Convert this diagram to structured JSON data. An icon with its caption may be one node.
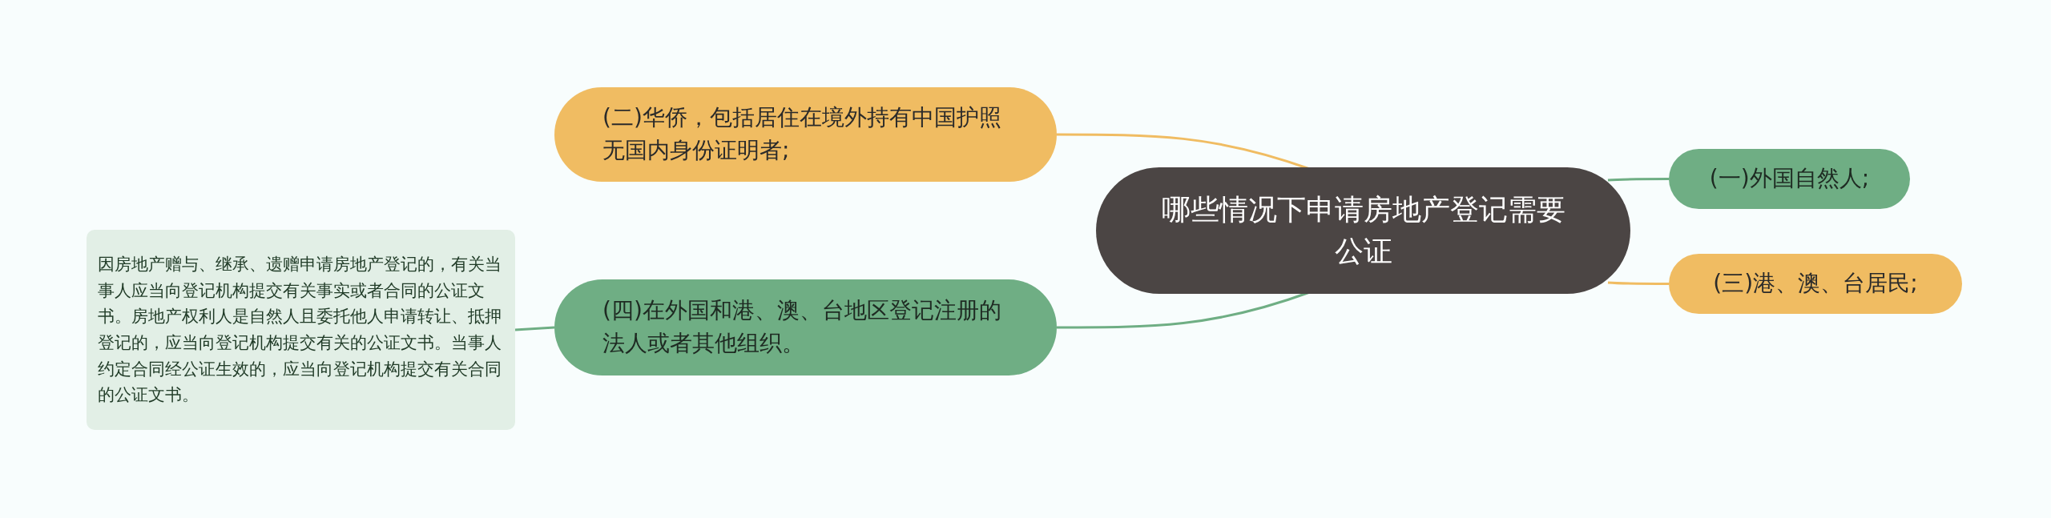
{
  "diagram": {
    "nodes": [
      {
        "text": [
          "哪些情况下申请房地产登记需要公证"
        ]
      },
      {
        "text": [
          "(二)华侨，包括居住在境外持有中国护照无国内身份证明者;"
        ]
      },
      {
        "text": [
          "(一)外国自然人;"
        ]
      },
      {
        "text": [
          "(三)港、澳、台居民;"
        ]
      },
      {
        "text": [
          "(四)在外国和港、澳、台地区登记注册的法人或者其他组织。"
        ]
      },
      {
        "text": [
          "因房地产赠与、继承、遗赠申请房地产登记的，有关当事人应当向登记机构提交有关事实或者合同的公证文书。房地产权利人是自然人且委托他人申请转让、抵押登记的，应当向登记机构提交有关的公证文书。当事人约定合同经公证生效的，应当向登记机构提交有关合同的公证文书。"
        ]
      }
    ],
    "edges": [
      {
        "from": 0,
        "to": 1,
        "arrow": "none",
        "color": "#f0bc62"
      },
      {
        "from": 0,
        "to": 2,
        "arrow": "none"
      },
      {
        "from": 0,
        "to": 3,
        "arrow": "none",
        "color": "#f0bc62"
      },
      {
        "from": 0,
        "to": 4,
        "arrow": "none"
      },
      {
        "from": 4,
        "to": 5,
        "arrow": "none"
      }
    ]
  }
}
